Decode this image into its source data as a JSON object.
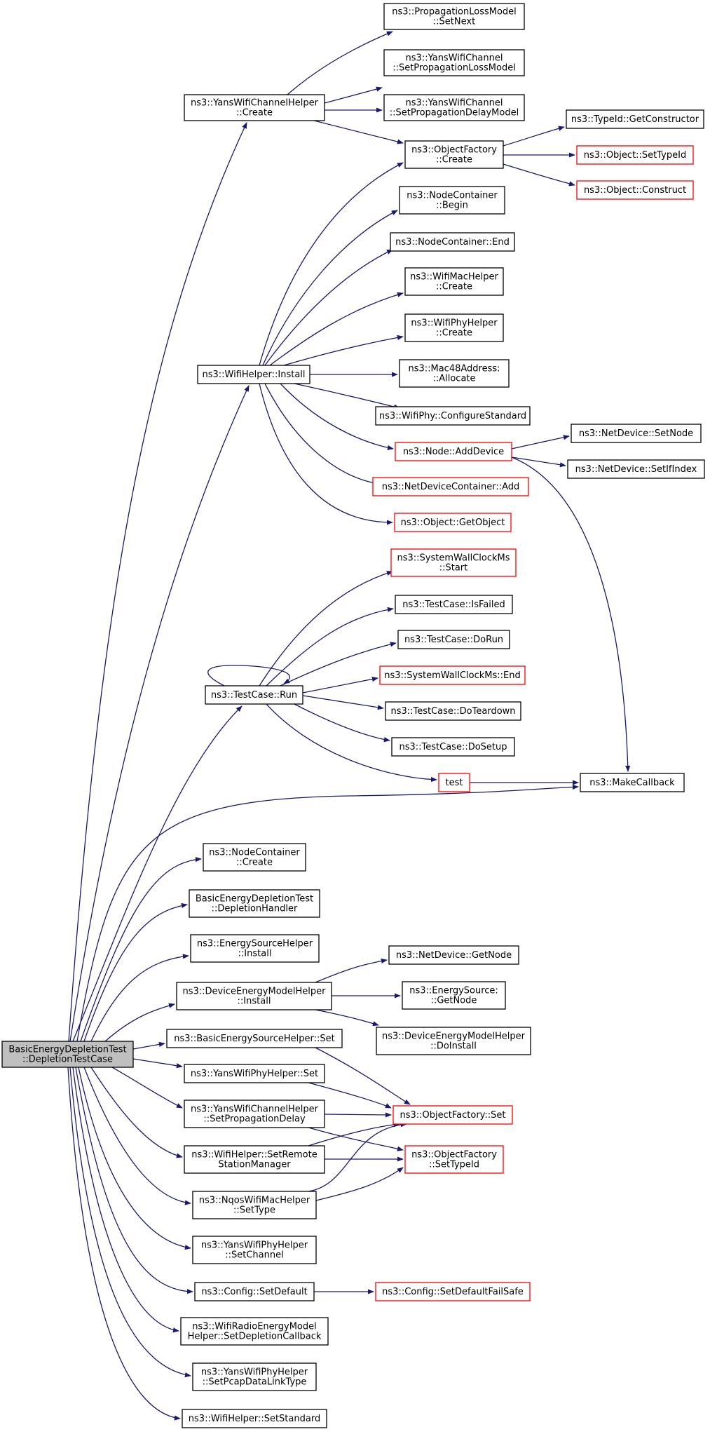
{
  "colors": {
    "edge": "#191970",
    "box_border_black": "#000000",
    "box_border_red": "#ff0000",
    "root_fill": "#bfbfbf",
    "box_fill": "#ffffff"
  },
  "nodes": [
    {
      "id": "root",
      "lines": [
        "BasicEnergyDepletionTest",
        "::DepletionTestCase"
      ],
      "border": "black",
      "fill": "gray"
    },
    {
      "id": "yans_chan_create",
      "lines": [
        "ns3::YansWifiChannelHelper",
        "::Create"
      ],
      "border": "black"
    },
    {
      "id": "prop_loss_setnext",
      "lines": [
        "ns3::PropagationLossModel",
        "::SetNext"
      ],
      "border": "black"
    },
    {
      "id": "yans_chan_setloss",
      "lines": [
        "ns3::YansWifiChannel",
        "::SetPropagationLossModel"
      ],
      "border": "black"
    },
    {
      "id": "yans_chan_setdelay",
      "lines": [
        "ns3::YansWifiChannel",
        "::SetPropagationDelayModel"
      ],
      "border": "black"
    },
    {
      "id": "objfactory_create",
      "lines": [
        "ns3::ObjectFactory",
        "::Create"
      ],
      "border": "black"
    },
    {
      "id": "typeid_getctor",
      "lines": [
        "ns3::TypeId::GetConstructor"
      ],
      "border": "black"
    },
    {
      "id": "object_settypeid",
      "lines": [
        "ns3::Object::SetTypeId"
      ],
      "border": "red"
    },
    {
      "id": "object_construct",
      "lines": [
        "ns3::Object::Construct"
      ],
      "border": "red"
    },
    {
      "id": "nodecont_begin",
      "lines": [
        "ns3::NodeContainer",
        "::Begin"
      ],
      "border": "black"
    },
    {
      "id": "nodecont_end",
      "lines": [
        "ns3::NodeContainer::End"
      ],
      "border": "black"
    },
    {
      "id": "wifimac_create",
      "lines": [
        "ns3::WifiMacHelper",
        "::Create"
      ],
      "border": "black"
    },
    {
      "id": "wifiphy_create",
      "lines": [
        "ns3::WifiPhyHelper",
        "::Create"
      ],
      "border": "black"
    },
    {
      "id": "wifihelper_install",
      "lines": [
        "ns3::WifiHelper::Install"
      ],
      "border": "black"
    },
    {
      "id": "mac48_allocate",
      "lines": [
        "ns3::Mac48Address:",
        "::Allocate"
      ],
      "border": "black"
    },
    {
      "id": "wifiphy_configstd",
      "lines": [
        "ns3::WifiPhy::ConfigureStandard"
      ],
      "border": "black"
    },
    {
      "id": "node_adddevice",
      "lines": [
        "ns3::Node::AddDevice"
      ],
      "border": "red"
    },
    {
      "id": "netdev_setnode",
      "lines": [
        "ns3::NetDevice::SetNode"
      ],
      "border": "black"
    },
    {
      "id": "netdev_setifindex",
      "lines": [
        "ns3::NetDevice::SetIfIndex"
      ],
      "border": "black"
    },
    {
      "id": "netdevcont_add",
      "lines": [
        "ns3::NetDeviceContainer::Add"
      ],
      "border": "red"
    },
    {
      "id": "object_getobject",
      "lines": [
        "ns3::Object::GetObject"
      ],
      "border": "red"
    },
    {
      "id": "swc_start",
      "lines": [
        "ns3::SystemWallClockMs",
        "::Start"
      ],
      "border": "red"
    },
    {
      "id": "testcase_isfailed",
      "lines": [
        "ns3::TestCase::IsFailed"
      ],
      "border": "black"
    },
    {
      "id": "testcase_dorun",
      "lines": [
        "ns3::TestCase::DoRun"
      ],
      "border": "black"
    },
    {
      "id": "testcase_run",
      "lines": [
        "ns3::TestCase::Run"
      ],
      "border": "black"
    },
    {
      "id": "swc_end",
      "lines": [
        "ns3::SystemWallClockMs::End"
      ],
      "border": "red"
    },
    {
      "id": "testcase_doteardown",
      "lines": [
        "ns3::TestCase::DoTeardown"
      ],
      "border": "black"
    },
    {
      "id": "testcase_dosetup",
      "lines": [
        "ns3::TestCase::DoSetup"
      ],
      "border": "black"
    },
    {
      "id": "test",
      "lines": [
        "test"
      ],
      "border": "red"
    },
    {
      "id": "makecallback",
      "lines": [
        "ns3::MakeCallback"
      ],
      "border": "black"
    },
    {
      "id": "nodecont_create",
      "lines": [
        "ns3::NodeContainer",
        "::Create"
      ],
      "border": "black"
    },
    {
      "id": "depletion_handler",
      "lines": [
        "BasicEnergyDepletionTest",
        "::DepletionHandler"
      ],
      "border": "black"
    },
    {
      "id": "energysrc_install",
      "lines": [
        "ns3::EnergySourceHelper",
        "::Install"
      ],
      "border": "black"
    },
    {
      "id": "devenergy_install",
      "lines": [
        "ns3::DeviceEnergyModelHelper",
        "::Install"
      ],
      "border": "black"
    },
    {
      "id": "netdev_getnode",
      "lines": [
        "ns3::NetDevice::GetNode"
      ],
      "border": "black"
    },
    {
      "id": "energysrc_getnode",
      "lines": [
        "ns3::EnergySource:",
        "::GetNode"
      ],
      "border": "black"
    },
    {
      "id": "devenergy_doinstall",
      "lines": [
        "ns3::DeviceEnergyModelHelper",
        "::DoInstall"
      ],
      "border": "black"
    },
    {
      "id": "basicenergy_set",
      "lines": [
        "ns3::BasicEnergySourceHelper::Set"
      ],
      "border": "black"
    },
    {
      "id": "yansphy_set",
      "lines": [
        "ns3::YansWifiPhyHelper::Set"
      ],
      "border": "black"
    },
    {
      "id": "objfactory_set",
      "lines": [
        "ns3::ObjectFactory::Set"
      ],
      "border": "red"
    },
    {
      "id": "yans_chan_setdelay_helper",
      "lines": [
        "ns3::YansWifiChannelHelper",
        "::SetPropagationDelay"
      ],
      "border": "black"
    },
    {
      "id": "wifihelper_setremote",
      "lines": [
        "ns3::WifiHelper::SetRemote",
        "StationManager"
      ],
      "border": "black"
    },
    {
      "id": "objfactory_settypeid",
      "lines": [
        "ns3::ObjectFactory",
        "::SetTypeId"
      ],
      "border": "red"
    },
    {
      "id": "nqos_settype",
      "lines": [
        "ns3::NqosWifiMacHelper",
        "::SetType"
      ],
      "border": "black"
    },
    {
      "id": "yansphy_setchannel",
      "lines": [
        "ns3::YansWifiPhyHelper",
        "::SetChannel"
      ],
      "border": "black"
    },
    {
      "id": "config_setdefault",
      "lines": [
        "ns3::Config::SetDefault"
      ],
      "border": "black"
    },
    {
      "id": "config_setdefaultfailsafe",
      "lines": [
        "ns3::Config::SetDefaultFailSafe"
      ],
      "border": "red"
    },
    {
      "id": "wifiradio_setdepletion",
      "lines": [
        "ns3::WifiRadioEnergyModel",
        "Helper::SetDepletionCallback"
      ],
      "border": "black"
    },
    {
      "id": "yansphy_setpcap",
      "lines": [
        "ns3::YansWifiPhyHelper",
        "::SetPcapDataLinkType"
      ],
      "border": "black"
    },
    {
      "id": "wifihelper_setstandard",
      "lines": [
        "ns3::WifiHelper::SetStandard"
      ],
      "border": "black"
    }
  ]
}
